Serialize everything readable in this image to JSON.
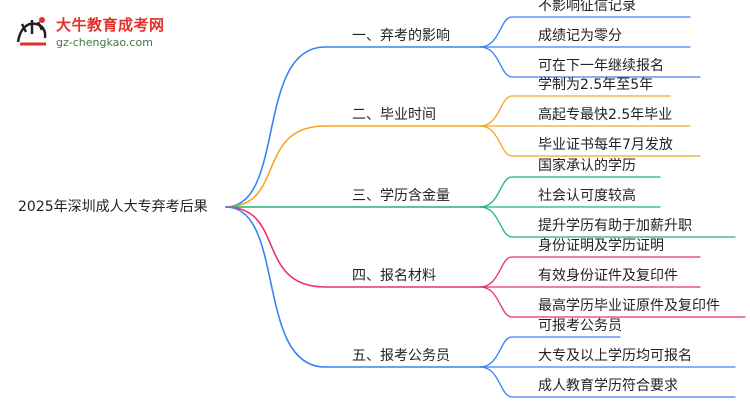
{
  "logo": {
    "title": "大牛教育成考网",
    "url": "gz-chengkao.com"
  },
  "root": "2025年深圳成人大专弃考后果",
  "branches": [
    {
      "label": "一、弃考的影响",
      "color": "#3b82f6",
      "children": [
        "不影响征信记录",
        "成绩记为零分",
        "可在下一年继续报名"
      ]
    },
    {
      "label": "二、毕业时间",
      "color": "#f5a623",
      "children": [
        "学制为2.5年至5年",
        "高起专最快2.5年毕业",
        "毕业证书每年7月发放"
      ]
    },
    {
      "label": "三、学历含金量",
      "color": "#22b573",
      "children": [
        "国家承认的学历",
        "社会认可度较高",
        "提升学历有助于加薪升职"
      ]
    },
    {
      "label": "四、报名材料",
      "color": "#e8336b",
      "children": [
        "身份证明及学历证明",
        "有效身份证件及复印件",
        "最高学历毕业证原件及复印件"
      ]
    },
    {
      "label": "五、报考公务员",
      "color": "#3b82f6",
      "children": [
        "可报考公务员",
        "大专及以上学历均可报名",
        "成人教育学历符合要求"
      ]
    }
  ]
}
